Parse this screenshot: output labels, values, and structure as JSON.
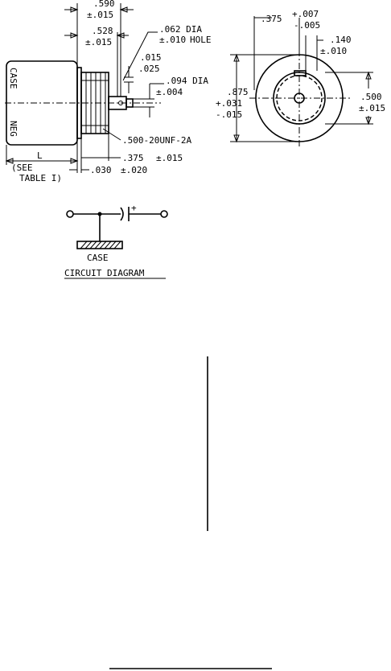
{
  "side_view": {
    "dim_top_1": ".590",
    "dim_top_1_tol": "±.015",
    "dim_top_2": ".528",
    "dim_top_2_tol": "±.015",
    "dim_hole": ".062 DIA",
    "dim_hole_tol": "±.010",
    "dim_hole_word": "HOLE",
    "dim_gap_1": ".015",
    "dim_gap_2": ".025",
    "dim_terminal": ".094 DIA",
    "dim_terminal_tol": "±.004",
    "thread": ".500-20UNF-2A",
    "dim_bottom": ".375",
    "dim_bottom_tol": "±.015",
    "dim_flange": ".030",
    "dim_flange_tol": "±.020",
    "label_L": "L",
    "label_see": "(SEE",
    "label_table": "TABLE I)",
    "label_case": "CASE",
    "label_neg": "NEG"
  },
  "end_view": {
    "dim_offset": ".375",
    "dim_offset_plus": "+.007",
    "dim_offset_minus": "-.005",
    "dim_slot": ".140",
    "dim_slot_tol": "±.010",
    "dim_dia": ".875",
    "dim_dia_plus": "+.031",
    "dim_dia_minus": "-.015",
    "dim_inner": ".500",
    "dim_inner_tol": "±.015"
  },
  "circuit": {
    "case_label": "CASE",
    "title": "CIRCUIT DIAGRAM",
    "polarity": "+"
  }
}
